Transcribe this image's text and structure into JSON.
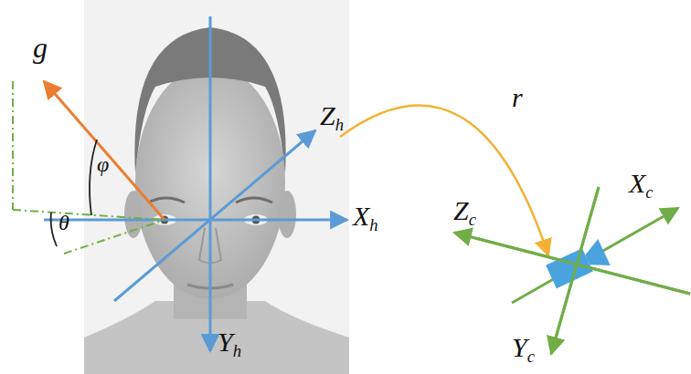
{
  "diagram": {
    "labels": [
      "g",
      "φ",
      "θ",
      "Zh",
      "Xh",
      "Yh",
      "r",
      "Zc",
      "Xc",
      "Yc"
    ]
  }
}
